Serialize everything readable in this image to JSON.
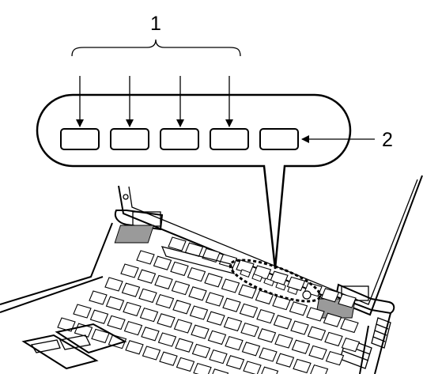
{
  "callouts": [
    {
      "label": "1"
    },
    {
      "label": "2"
    }
  ],
  "magnified_buttons": [
    {
      "name": "button-1",
      "callout": "1"
    },
    {
      "name": "button-2",
      "callout": "1"
    },
    {
      "name": "button-3",
      "callout": "1"
    },
    {
      "name": "button-4",
      "callout": "1"
    },
    {
      "name": "button-5",
      "callout": "2"
    }
  ],
  "colors": {
    "line": "#000000",
    "speaker": "#9a9a9a",
    "background": "#ffffff"
  }
}
